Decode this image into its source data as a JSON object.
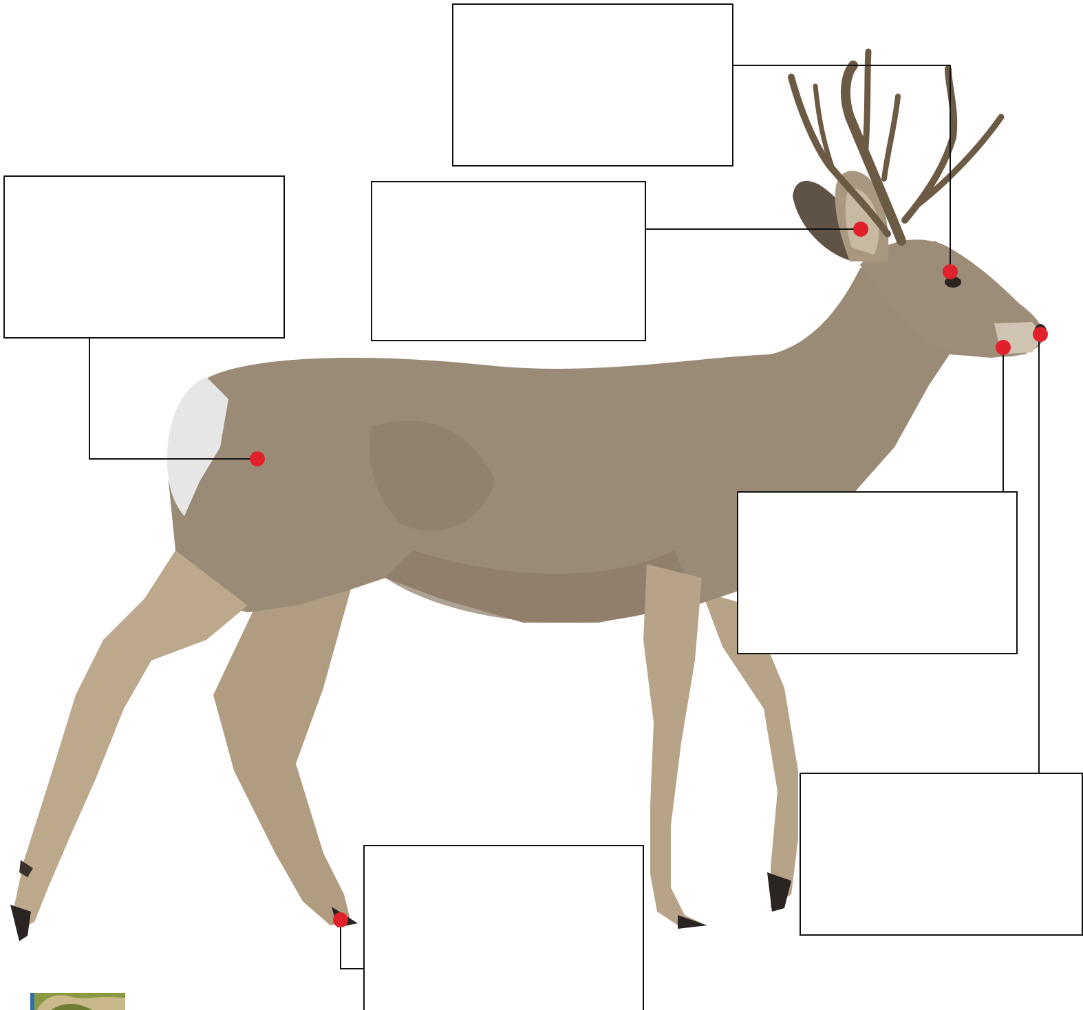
{
  "diagram": {
    "colors": {
      "marker": "#e0202a",
      "line": "#111111",
      "box_border": "#111111",
      "coat": "#9a8b77",
      "coat_dark": "#6e6152",
      "leg": "#b9a68a",
      "rump": "#e6e6e6",
      "antler": "#6b5a44",
      "hoof": "#2a2522"
    },
    "labels": [
      {
        "id": "eye",
        "text": ""
      },
      {
        "id": "ear",
        "text": ""
      },
      {
        "id": "rump",
        "text": ""
      },
      {
        "id": "mouth",
        "text": ""
      },
      {
        "id": "nose",
        "text": ""
      },
      {
        "id": "hoof",
        "text": ""
      }
    ],
    "thumbnail": {
      "icon": "photo-thumbnail-icon"
    }
  }
}
